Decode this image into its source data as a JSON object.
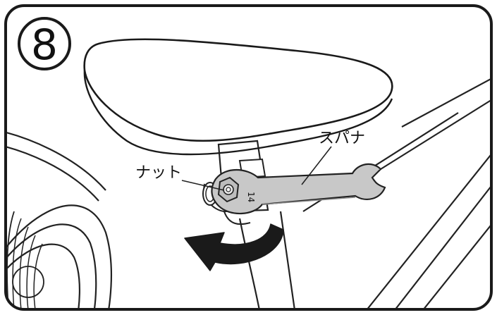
{
  "step": {
    "number": "8"
  },
  "labels": {
    "nut": "ナット",
    "spanner": "スパナ",
    "wrench_size": "14"
  },
  "icons": {
    "rotation": "curved-arrow-icon"
  },
  "colors": {
    "frame": "#1a1a1a",
    "metal": "#c8c8c8",
    "metal_dark": "#8e8e8e",
    "line": "#222222"
  }
}
